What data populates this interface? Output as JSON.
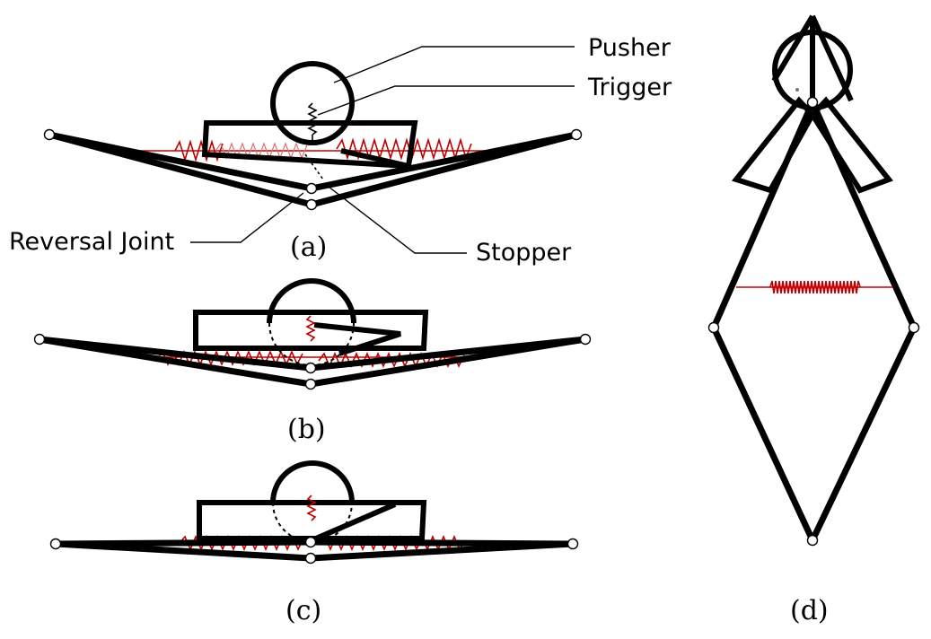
{
  "figure": {
    "labels": {
      "pusher": "Pusher",
      "trigger": "Trigger",
      "reversal_joint": "Reversal Joint",
      "stopper": "Stopper"
    },
    "panels": {
      "a": "(a)",
      "b": "(b)",
      "c": "(c)",
      "d": "(d)"
    },
    "colors": {
      "spring": "#c00000",
      "link": "#000000"
    }
  }
}
